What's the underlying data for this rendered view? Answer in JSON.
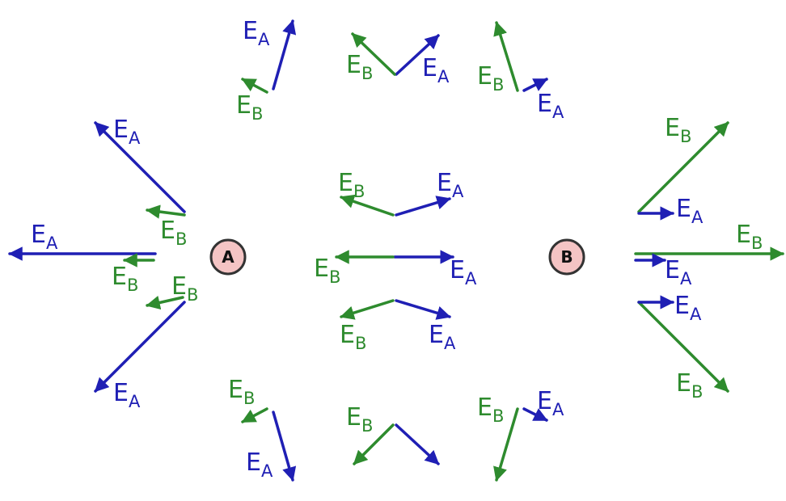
{
  "colors": {
    "field_A": "#1f1fb4",
    "field_B": "#2e8b2e",
    "charge_fill": "#f4c4c4",
    "charge_stroke": "#333333"
  },
  "charges": [
    {
      "id": "A",
      "label": "A"
    },
    {
      "id": "B",
      "label": "B"
    }
  ],
  "labels": {
    "field_symbol": "E",
    "subscript_A": "A",
    "subscript_B": "B"
  }
}
